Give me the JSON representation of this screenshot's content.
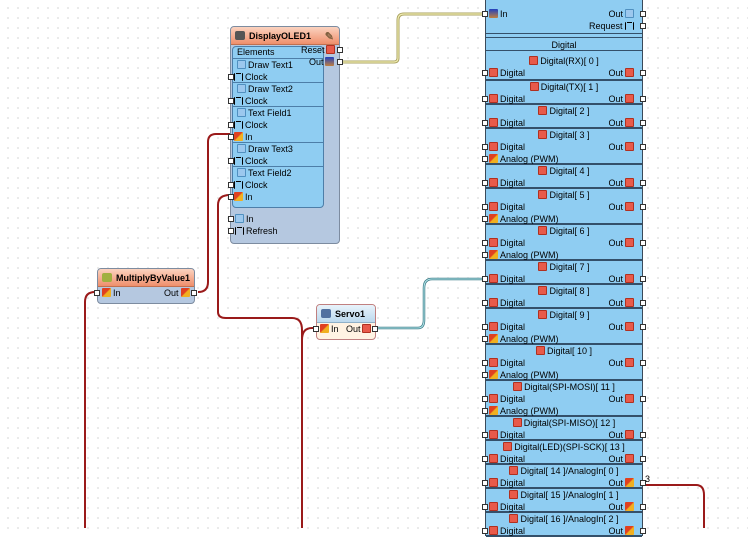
{
  "oled": {
    "title": "DisplayOLED1",
    "elements_label": "Elements",
    "reset_label": "Reset",
    "out_label": "Out",
    "items": [
      {
        "name": "Draw Text1",
        "pins": [
          "Clock"
        ]
      },
      {
        "name": "Draw Text2",
        "pins": [
          "Clock"
        ]
      },
      {
        "name": "Text Field1",
        "pins": [
          "Clock",
          "In"
        ]
      },
      {
        "name": "Draw Text3",
        "pins": [
          "Clock"
        ]
      },
      {
        "name": "Text Field2",
        "pins": [
          "Clock",
          "In"
        ]
      }
    ],
    "in_label": "In",
    "refresh_label": "Refresh"
  },
  "multiply": {
    "title": "MultiplyByValue1",
    "in_label": "In",
    "out_label": "Out"
  },
  "servo": {
    "title": "Servo1",
    "in_label": "In",
    "out_label": "Out"
  },
  "arduino": {
    "i2c_in_label": "In",
    "i2c_out_label": "Out",
    "request_label": "Request",
    "digital_header": "Digital",
    "wire_count_label": "3",
    "channels": [
      {
        "title": "Digital(RX)[ 0 ]",
        "rows": [
          "Digital"
        ]
      },
      {
        "title": "Digital(TX)[ 1 ]",
        "rows": [
          "Digital"
        ]
      },
      {
        "title": "Digital[ 2 ]",
        "rows": [
          "Digital"
        ]
      },
      {
        "title": "Digital[ 3 ]",
        "rows": [
          "Digital",
          "Analog (PWM)"
        ]
      },
      {
        "title": "Digital[ 4 ]",
        "rows": [
          "Digital"
        ]
      },
      {
        "title": "Digital[ 5 ]",
        "rows": [
          "Digital",
          "Analog (PWM)"
        ]
      },
      {
        "title": "Digital[ 6 ]",
        "rows": [
          "Digital",
          "Analog (PWM)"
        ]
      },
      {
        "title": "Digital[ 7 ]",
        "rows": [
          "Digital"
        ]
      },
      {
        "title": "Digital[ 8 ]",
        "rows": [
          "Digital"
        ]
      },
      {
        "title": "Digital[ 9 ]",
        "rows": [
          "Digital",
          "Analog (PWM)"
        ]
      },
      {
        "title": "Digital[ 10 ]",
        "rows": [
          "Digital",
          "Analog (PWM)"
        ]
      },
      {
        "title": "Digital(SPI-MOSI)[ 11 ]",
        "rows": [
          "Digital",
          "Analog (PWM)"
        ]
      },
      {
        "title": "Digital(SPI-MISO)[ 12 ]",
        "rows": [
          "Digital"
        ]
      },
      {
        "title": "Digital(LED)(SPI-SCK)[ 13 ]",
        "rows": [
          "Digital"
        ]
      },
      {
        "title": "Digital[ 14 ]/AnalogIn[ 0 ]",
        "rows": [
          "Digital"
        ]
      },
      {
        "title": "Digital[ 15 ]/AnalogIn[ 1 ]",
        "rows": [
          "Digital"
        ]
      },
      {
        "title": "Digital[ 16 ]/AnalogIn[ 2 ]",
        "rows": [
          "Digital"
        ]
      }
    ],
    "out_label": "Out"
  },
  "colors": {
    "wire_analog": "#9a1a1a",
    "wire_i2c": "#c8c070",
    "wire_digital": "#5aa0a8"
  }
}
